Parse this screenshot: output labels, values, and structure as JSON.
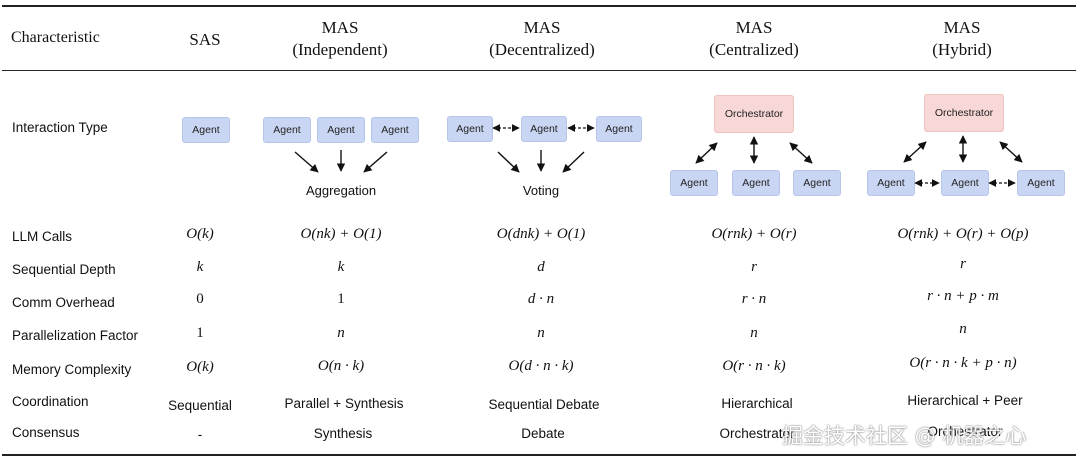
{
  "header": {
    "characteristic": "Characteristic",
    "columns": [
      {
        "title": "SAS",
        "subtitle": ""
      },
      {
        "title": "MAS",
        "subtitle": "(Independent)"
      },
      {
        "title": "MAS",
        "subtitle": "(Decentralized)"
      },
      {
        "title": "MAS",
        "subtitle": "(Centralized)"
      },
      {
        "title": "MAS",
        "subtitle": "(Hybrid)"
      }
    ]
  },
  "diagram": {
    "row_label": "Interaction Type",
    "agent_label": "Agent",
    "orchestrator_label": "Orchestrator",
    "independent_caption": "Aggregation",
    "decentralized_caption": "Voting"
  },
  "rows": [
    {
      "label": "LLM Calls",
      "values": [
        "O(k)",
        "O(nk) + O(1)",
        "O(dnk) + O(1)",
        "O(rnk) + O(r)",
        "O(rnk) + O(r) + O(p)"
      ]
    },
    {
      "label": "Sequential Depth",
      "values": [
        "k",
        "k",
        "d",
        "r",
        "r"
      ]
    },
    {
      "label": "Comm Overhead",
      "values": [
        "0",
        "1",
        "d · n",
        "r · n",
        "r · n + p · m"
      ]
    },
    {
      "label": "Parallelization Factor",
      "values": [
        "1",
        "n",
        "n",
        "n",
        "n"
      ]
    },
    {
      "label": "Memory Complexity",
      "values": [
        "O(k)",
        "O(n · k)",
        "O(d · n · k)",
        "O(r · n · k)",
        "O(r · n · k + p · n)"
      ]
    },
    {
      "label": "Coordination",
      "values": [
        "Sequential",
        "Parallel + Synthesis",
        "Sequential Debate",
        "Hierarchical",
        "Hierarchical + Peer"
      ]
    },
    {
      "label": "Consensus",
      "values": [
        "-",
        "Synthesis",
        "Debate",
        "Orchestrator",
        "Orchestrator"
      ]
    }
  ],
  "watermark": "掘金技术社区 @ 机器之心"
}
